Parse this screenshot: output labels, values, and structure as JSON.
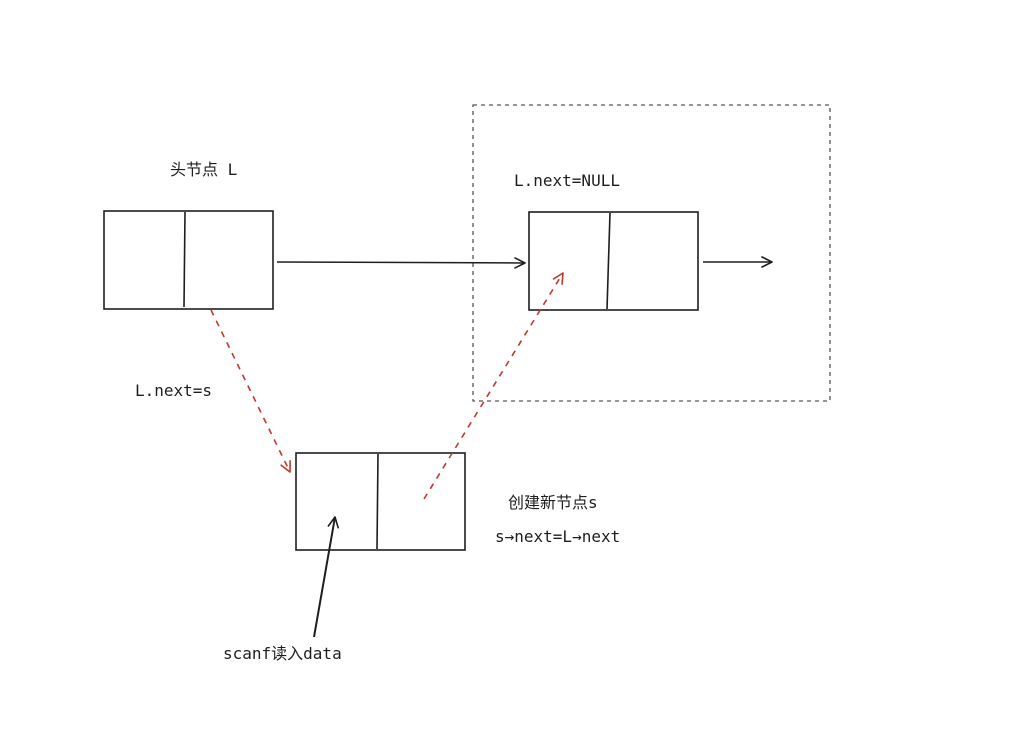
{
  "labels": {
    "head_node": "头节点  L",
    "lnext_null": "L.next=NULL",
    "lnext_s": "L.next=s",
    "create_node": "创建新节点s",
    "s_next": "s→next=L→next",
    "scanf": "scanf读入data"
  },
  "colors": {
    "stroke": "#1e1e1e",
    "red_dashed": "#c0392b",
    "gray_dashed": "#555555"
  }
}
